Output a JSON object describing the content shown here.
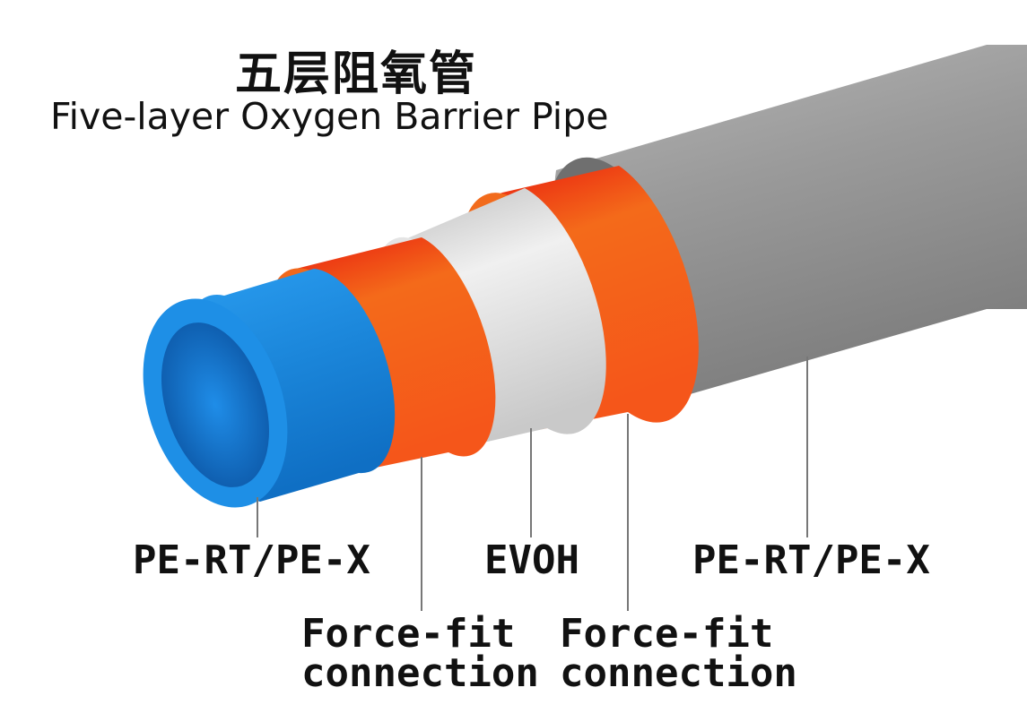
{
  "title_cn": "五层阻氧管",
  "title_en": "Five-layer Oxygen Barrier Pipe",
  "layers": [
    {
      "label": "PE-RT/PE-X",
      "color": "#1a8fe0"
    },
    {
      "label": "Force-fit connection",
      "line1": "Force-fit",
      "line2": "connection",
      "color": "#f0571a"
    },
    {
      "label": "EVOH",
      "color": "#d4d4d4"
    },
    {
      "label": "Force-fit connection",
      "line1": "Force-fit",
      "line2": "connection",
      "color": "#f0571a"
    },
    {
      "label": "PE-RT/PE-X",
      "color": "#8e8e8e"
    }
  ]
}
